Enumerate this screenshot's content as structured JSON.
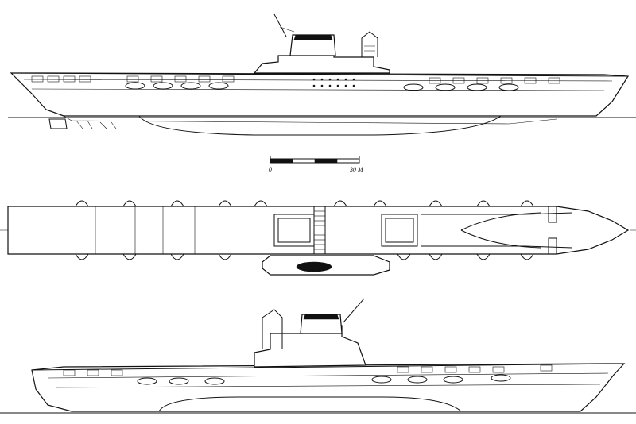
{
  "scale_bar": {
    "start_label": "0",
    "end_label": "30 M",
    "segments": 4
  },
  "colors": {
    "ink": "#111111",
    "paper": "#ffffff"
  }
}
